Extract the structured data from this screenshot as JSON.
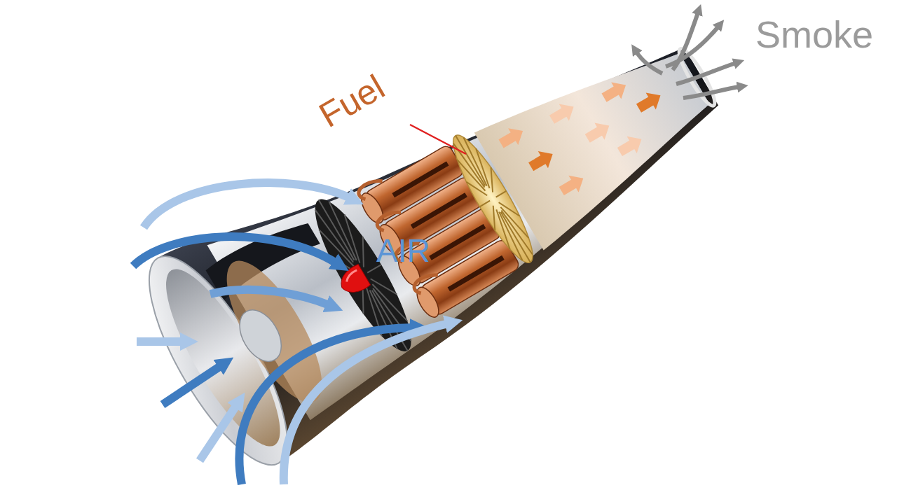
{
  "diagram": {
    "labels": [
      "Fuel",
      "AIR",
      "Smoke"
    ]
  }
}
